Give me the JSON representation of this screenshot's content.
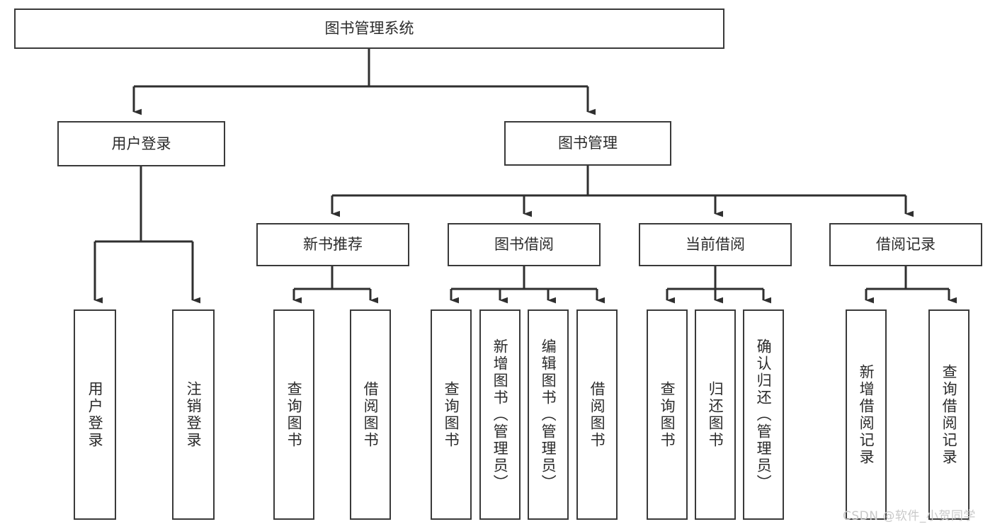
{
  "diagram": {
    "type": "hierarchy-tree",
    "orientation": "top-down",
    "root": {
      "id": "root",
      "label": "图书管理系统"
    },
    "level2": [
      {
        "id": "user-login",
        "label": "用户登录"
      },
      {
        "id": "book-manage",
        "label": "图书管理"
      }
    ],
    "level3": [
      {
        "id": "new-book-rec",
        "label": "新书推荐",
        "parent": "book-manage"
      },
      {
        "id": "book-borrow",
        "label": "图书借阅",
        "parent": "book-manage"
      },
      {
        "id": "current-borrow",
        "label": "当前借阅",
        "parent": "book-manage"
      },
      {
        "id": "borrow-record",
        "label": "借阅记录",
        "parent": "book-manage"
      }
    ],
    "leaves": {
      "user-login": [
        {
          "id": "leaf-user-login",
          "label": "用户登录"
        },
        {
          "id": "leaf-user-logout",
          "label": "注销登录"
        }
      ],
      "new-book-rec": [
        {
          "id": "leaf-query-book-1",
          "label": "查询图书"
        },
        {
          "id": "leaf-borrow-book-1",
          "label": "借阅图书"
        }
      ],
      "book-borrow": [
        {
          "id": "leaf-query-book-2",
          "label": "查询图书"
        },
        {
          "id": "leaf-add-book",
          "label": "新增图书（管理员）"
        },
        {
          "id": "leaf-edit-book",
          "label": "编辑图书（管理员）"
        },
        {
          "id": "leaf-borrow-book-2",
          "label": "借阅图书"
        }
      ],
      "current-borrow": [
        {
          "id": "leaf-query-book-3",
          "label": "查询图书"
        },
        {
          "id": "leaf-return-book",
          "label": "归还图书"
        },
        {
          "id": "leaf-confirm-return",
          "label": "确认归还（管理员）"
        }
      ],
      "borrow-record": [
        {
          "id": "leaf-add-record",
          "label": "新增借阅记录"
        },
        {
          "id": "leaf-query-record",
          "label": "查询借阅记录"
        }
      ]
    },
    "colors": {
      "box_border": "#3a3a3a",
      "box_fill": "#ffffff",
      "connector": "#2f2f2f",
      "text": "#2b2b2b",
      "watermark": "#c9c9c9",
      "background": "#ffffff"
    }
  },
  "watermark": {
    "text": "CSDN @软件_小贺同学"
  }
}
